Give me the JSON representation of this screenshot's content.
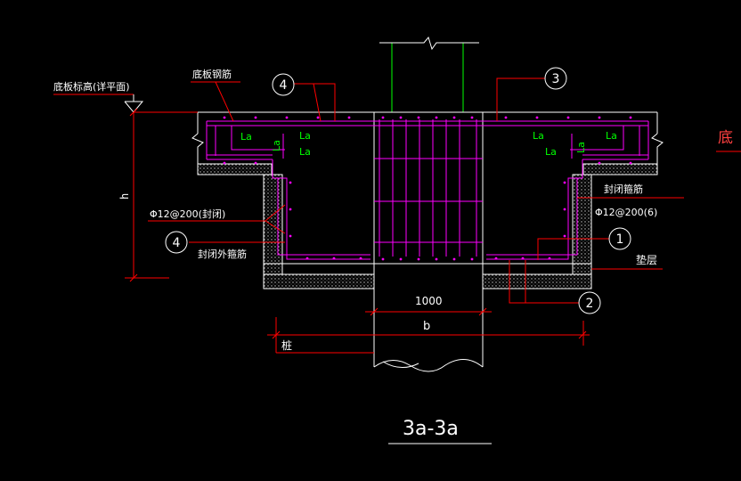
{
  "labels": {
    "bottom_elevation": "底板标高(详平面)",
    "slab_rebar": "底板钢筋",
    "stirrup_closed_right": "封闭箍筋",
    "rebar_spec_right": "Φ12@200(6)",
    "rebar_spec_left": "Φ12@200(封闭)",
    "stirrup_outer_left": "封闭外箍筋",
    "cushion": "垫层",
    "pile": "桩",
    "edge_cut": "底",
    "h": "h",
    "b": "b",
    "dim_1000": "1000",
    "section_title": "3a-3a"
  },
  "anchorage": {
    "la_left_1": "La",
    "la_left_2": "La",
    "la_left_3": "La",
    "la_left_4": "La",
    "la_right_1": "La",
    "la_right_2": "La",
    "la_right_3": "La",
    "la_right_4": "La"
  },
  "callouts": {
    "c4_top": "4",
    "c3": "3",
    "c4_left": "4",
    "c1": "1",
    "c2": "2"
  },
  "colors": {
    "background": "#000000",
    "outline": "#ffffff",
    "rebar": "#ff00ff",
    "leader": "#ff0000",
    "column": "#00ff00",
    "la_text": "#00ff00",
    "dim_line": "#ff0000",
    "hatch": "#c8c8c8"
  }
}
